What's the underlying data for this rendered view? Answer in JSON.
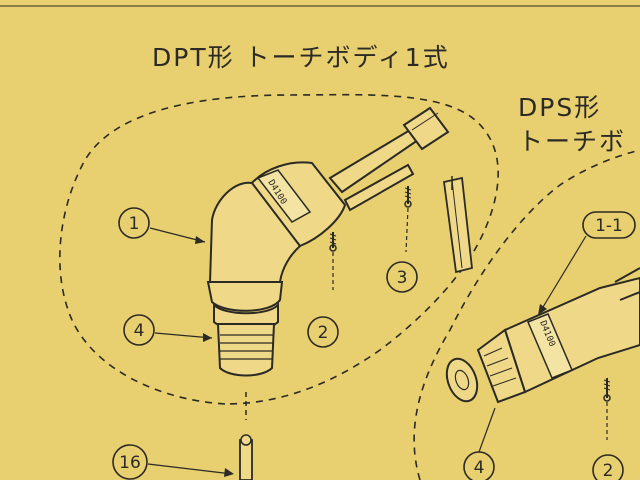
{
  "titles": {
    "dpt": "DPT形 トーチボディ1式",
    "dps_line1": "DPS形",
    "dps_line2": "トーチボ"
  },
  "callouts": {
    "c1": "1",
    "c2": "2",
    "c3": "3",
    "c4": "4",
    "c16": "16",
    "c1_1": "1-1",
    "c4b": "4",
    "c2b": "2"
  },
  "stamps": {
    "elbow": "D4100",
    "straight": "D4100"
  },
  "colors": {
    "paper": "#e8cf6f",
    "ink": "#2b2a24",
    "part_fill": "#efd988"
  }
}
